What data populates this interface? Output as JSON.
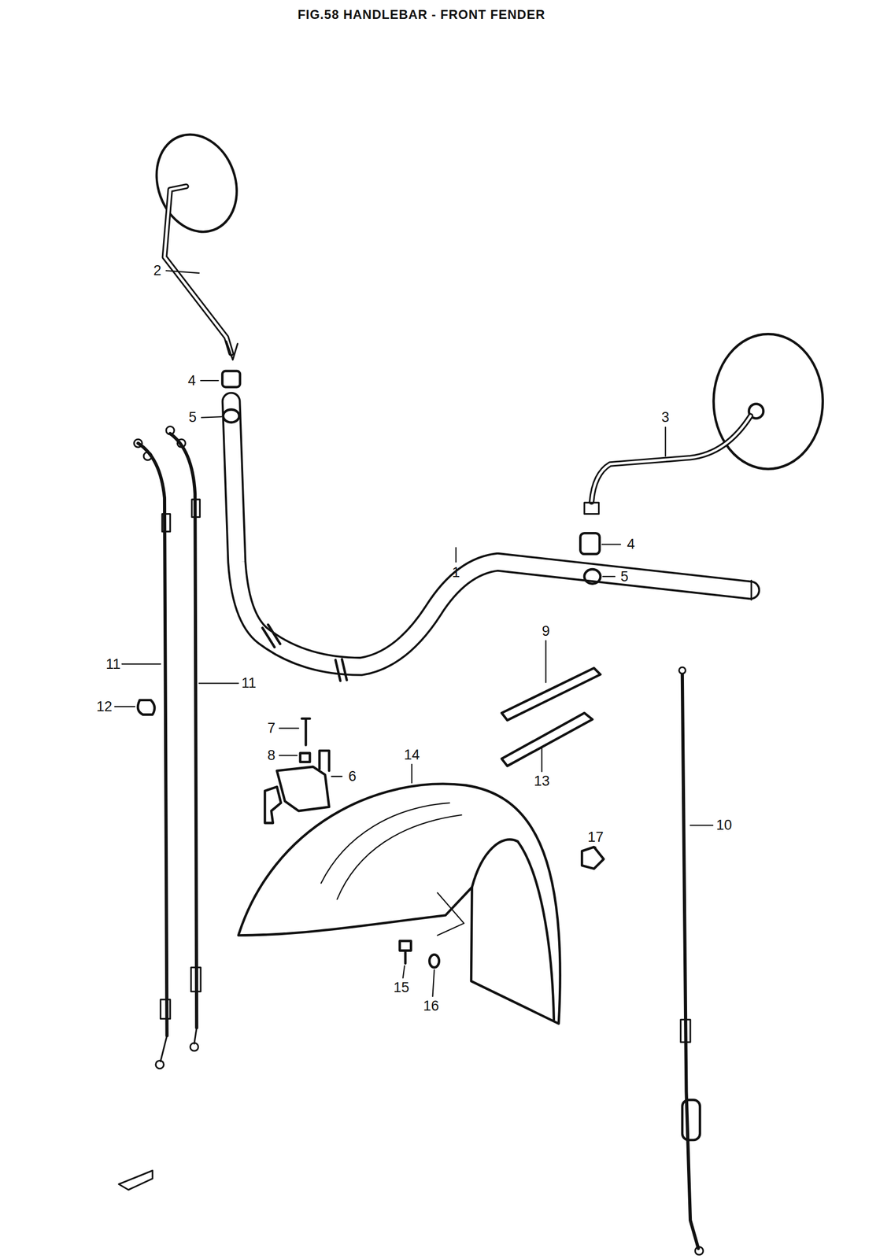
{
  "diagram": {
    "title": "FIG.58 HANDLEBAR - FRONT FENDER",
    "labels": [
      "2",
      "4",
      "5",
      "3",
      "4",
      "5",
      "1",
      "11",
      "11",
      "12",
      "7",
      "8",
      "6",
      "14",
      "9",
      "13",
      "10",
      "17",
      "15",
      "16"
    ]
  }
}
